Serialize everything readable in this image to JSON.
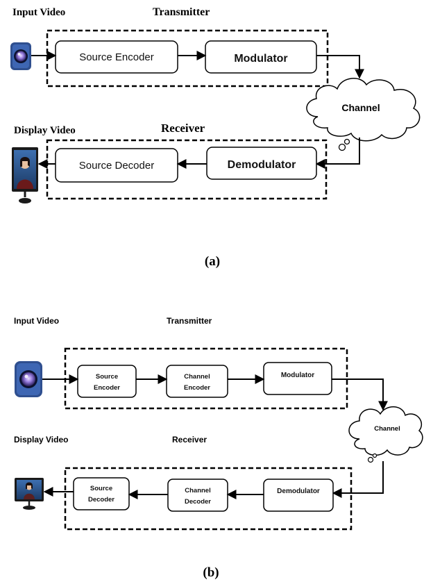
{
  "panel_a": {
    "input_label": "Input Video",
    "transmitter_label": "Transmitter",
    "source_encoder": "Source Encoder",
    "modulator": "Modulator",
    "channel": "Channel",
    "display_label": "Display Video",
    "receiver_label": "Receiver",
    "source_decoder": "Source Decoder",
    "demodulator": "Demodulator",
    "caption": "(a)"
  },
  "panel_b": {
    "input_label": "Input Video",
    "transmitter_label": "Transmitter",
    "source_encoder_1": "Source",
    "source_encoder_2": "Encoder",
    "channel_encoder_1": "Channel",
    "channel_encoder_2": "Encoder",
    "modulator": "Modulator",
    "channel": "Channel",
    "display_label": "Display Video",
    "receiver_label": "Receiver",
    "source_decoder_1": "Source",
    "source_decoder_2": "Decoder",
    "channel_decoder_1": "Channel",
    "channel_decoder_2": "Decoder",
    "demodulator": "Demodulator",
    "caption": "(b)"
  },
  "icons": {
    "camera": "camera-icon",
    "monitor": "monitor-icon",
    "cloud": "cloud-icon"
  },
  "colors": {
    "camera_body": "#2f4f8f",
    "camera_lens": "#8a6fd6",
    "monitor_bezel": "#1a1a1a",
    "line": "#000000"
  }
}
